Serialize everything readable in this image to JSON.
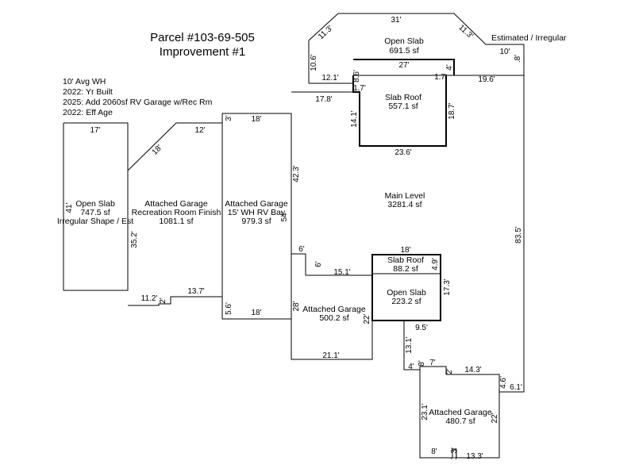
{
  "header": {
    "title": "Parcel #103-69-505",
    "subtitle": "Improvement #1",
    "estimate_note": "Estimated / Irregular"
  },
  "notes": [
    "10' Avg WH",
    "2022: Yr Built",
    "2025: Add 2060sf RV Garage w/Rec Rm",
    "2022: Eff Age"
  ],
  "areas": {
    "open_slab_left": {
      "name": "Open Slab",
      "size": "747.5 sf",
      "extra": "Irregular Shape / Est"
    },
    "garage_rec": {
      "name": "Attached Garage",
      "extra": "Recreation Room Finish",
      "size": "1081.1 sf"
    },
    "garage_rv": {
      "name": "Attached Garage",
      "extra": "15' WH RV Bay",
      "size": "979.3 sf"
    },
    "main_level": {
      "name": "Main Level",
      "size": "3281.4 sf"
    },
    "open_slab_top": {
      "name": "Open Slab",
      "size": "691.5 sf"
    },
    "slab_roof_top": {
      "name": "Slab Roof",
      "size": "557.1 sf"
    },
    "slab_roof_small": {
      "name": "Slab Roof",
      "size": "88.2 sf"
    },
    "open_slab_small": {
      "name": "Open Slab",
      "size": "223.2 sf"
    },
    "garage_mid": {
      "name": "Attached Garage",
      "size": "500.2 sf"
    },
    "garage_bottom": {
      "name": "Attached Garage",
      "size": "480.7 sf"
    }
  },
  "dimensions": {
    "top_31": "31'",
    "top_left_diag": "11.3'",
    "top_right_diag": "11.3'",
    "top_left_vert": "10.6'",
    "top_10": "10'",
    "top_8": ".8'",
    "top_27": "27'",
    "top_4": "4'",
    "top_17": "1.7'",
    "top_17b": "1.7'",
    "top_196": "19.6'",
    "top_121": "12.1'",
    "top_86": "8.6'",
    "top_178": "17.8'",
    "top_141": "14.1'",
    "top_187": "18.7'",
    "top_236": "23.6'",
    "main_423": "42.3'",
    "main_54": "54'",
    "main_835": "83.5'",
    "left_17": "17'",
    "left_41": "41'",
    "left_18diag": "18'",
    "left_12": "12'",
    "left_352": "35.2'",
    "left_112": "11.2'",
    "left_2": "2'",
    "left_137": "13.7'",
    "rv_3": "3'",
    "rv_18top": "18'",
    "rv_56": "5.6'",
    "rv_18bottom": "18'",
    "mid_6": "6'",
    "mid_6v": "6'",
    "mid_151": "15.1'",
    "mid_28": "28'",
    "mid_22": "22'",
    "mid_211": "21.1'",
    "small_18": "18'",
    "small_49": "4.9'",
    "small_173": "17.3'",
    "bot_95": "9.5'",
    "bot_131": "13.1'",
    "bot_4": "4'",
    "bot_8": "8'",
    "bot_7": "7'",
    "bot_2": "2'",
    "bot_143": "14.3'",
    "bot_46": "4.6'",
    "bot_61": "6.1'",
    "bot_231": "23.1'",
    "bot_22": "22'",
    "bot_8b": "8'",
    "bot_13": "1.3'",
    "bot_133": "13.3'"
  }
}
